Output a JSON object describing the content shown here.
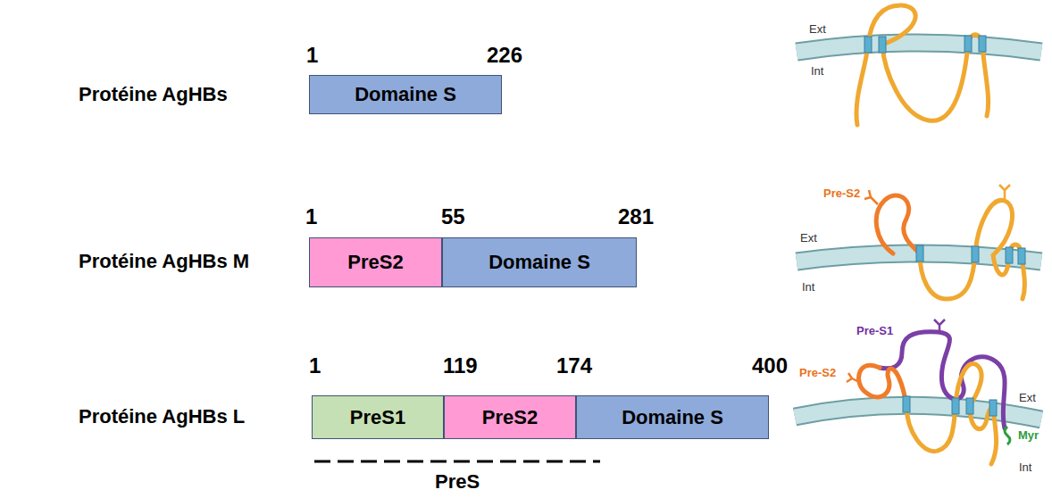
{
  "diagram": {
    "nodes": [
      {
        "text": [
          "Domaine S"
        ]
      },
      {
        "text": [
          "PreS2"
        ]
      },
      {
        "text": [
          "Domaine S"
        ]
      },
      {
        "text": [
          "PreS1"
        ]
      },
      {
        "text": [
          "PreS2"
        ]
      },
      {
        "text": [
          "Domaine S"
        ]
      }
    ],
    "labels": [
      "Protéine AgHBs",
      "1",
      "226",
      "Ext",
      "Int",
      "Protéine AgHBs M",
      "1",
      "55",
      "281",
      "Pre-S2",
      "Ext",
      "Int",
      "Protéine AgHBs L",
      "1",
      "119",
      "174",
      "400",
      "Pre-S1",
      "Pre-S2",
      "Ext",
      "Myr",
      "Int",
      "PreS"
    ]
  }
}
